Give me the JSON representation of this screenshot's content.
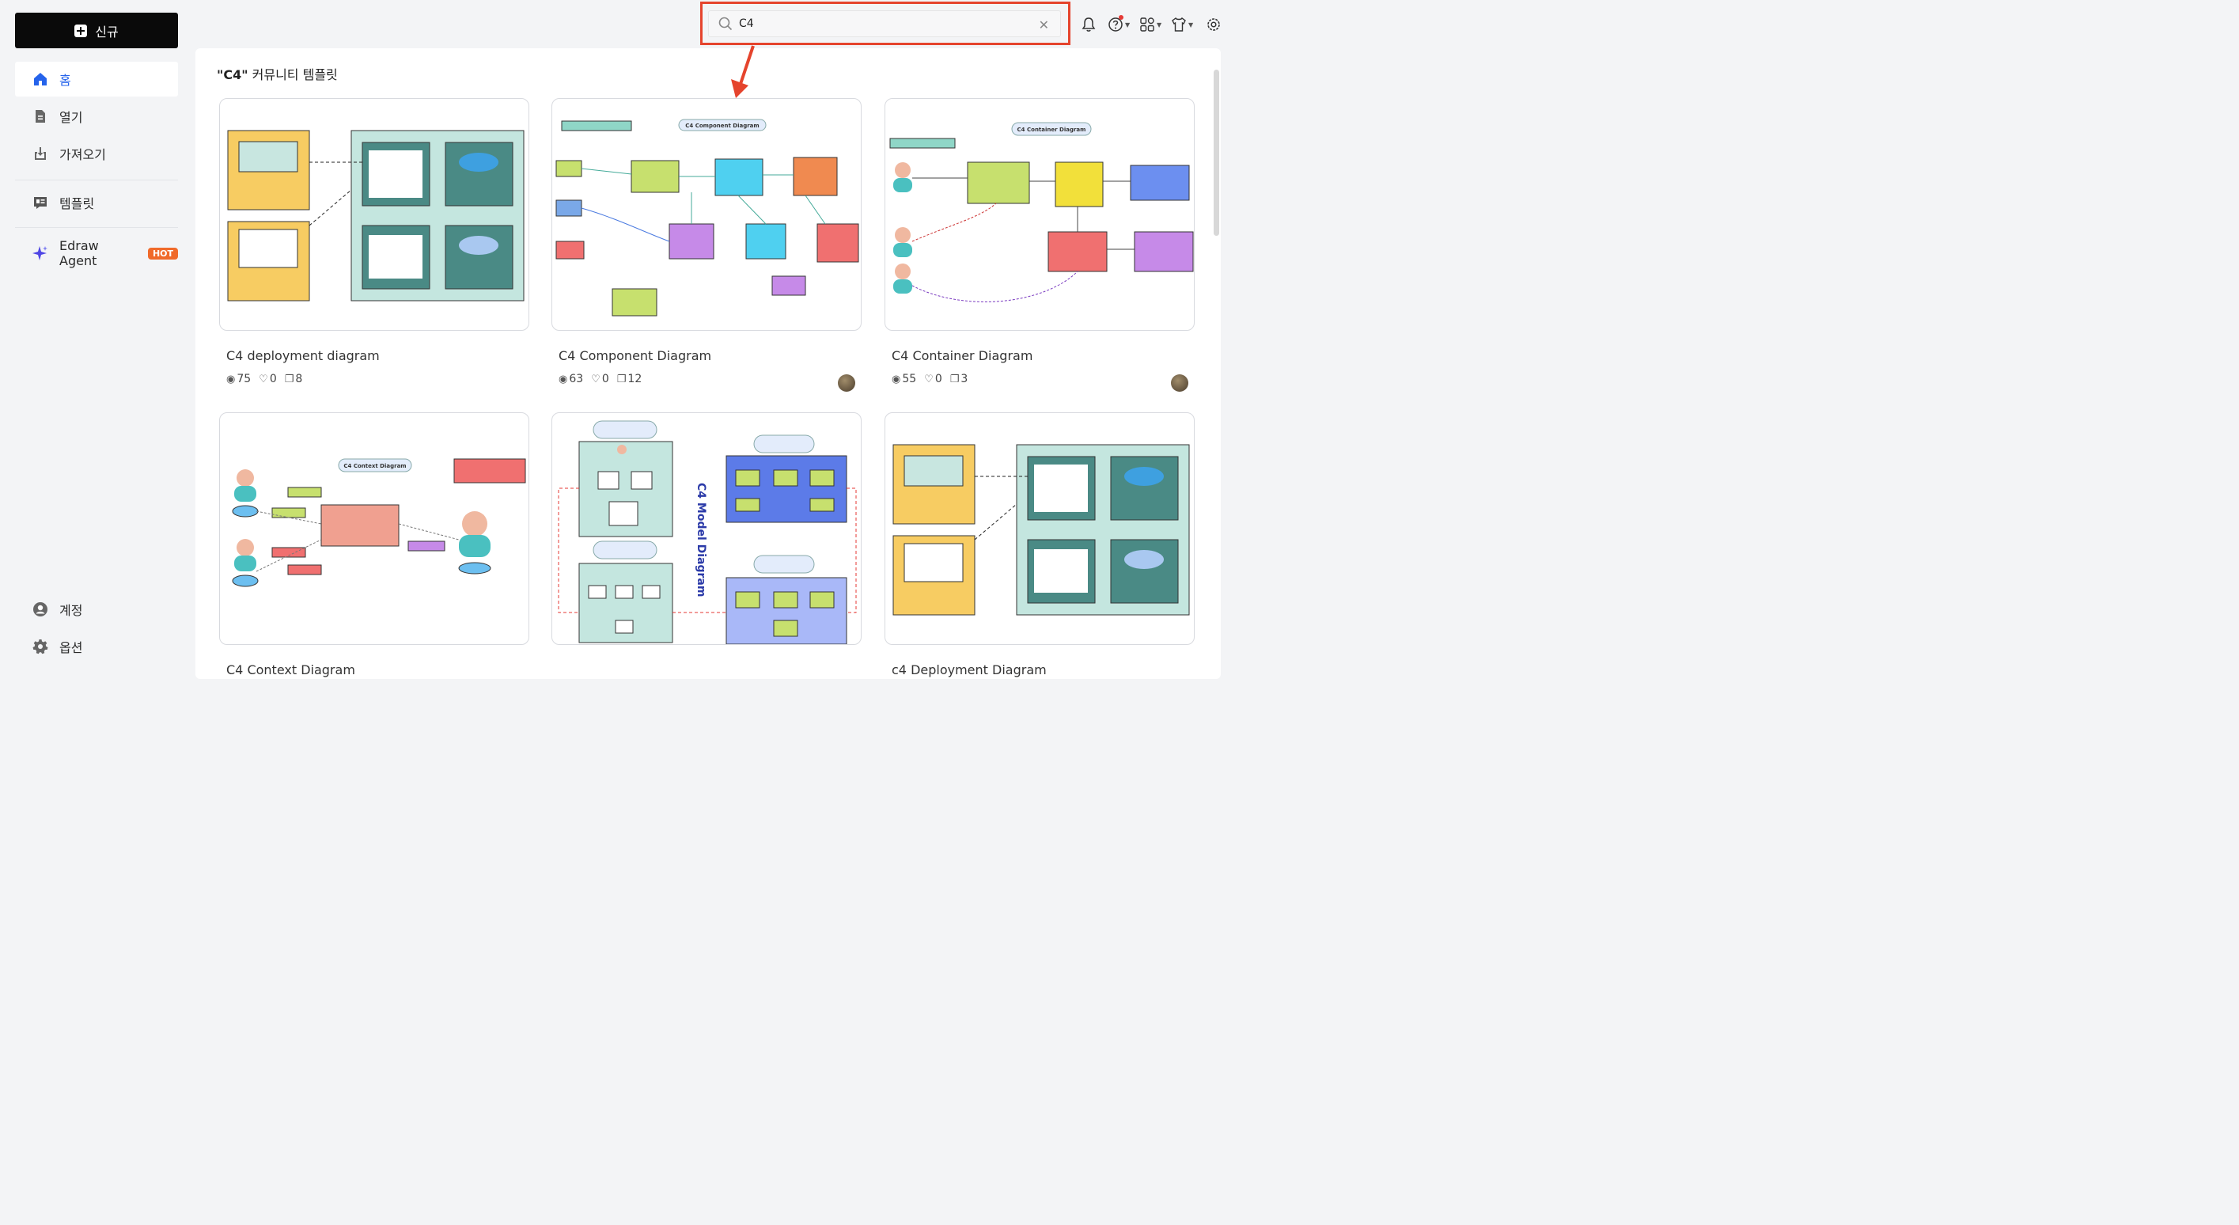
{
  "sidebar": {
    "new_label": "신규",
    "items": [
      {
        "label": "홈",
        "icon": "home-icon"
      },
      {
        "label": "열기",
        "icon": "file-icon"
      },
      {
        "label": "가져오기",
        "icon": "import-icon"
      },
      {
        "label": "템플릿",
        "icon": "template-icon"
      },
      {
        "label": "Edraw Agent",
        "icon": "sparkle-icon",
        "badge": "HOT"
      },
      {
        "label": "계정",
        "icon": "account-icon"
      },
      {
        "label": "옵션",
        "icon": "settings-gear-icon"
      }
    ]
  },
  "search": {
    "value": "C4"
  },
  "colors": {
    "accent": "#2563eb",
    "highlight": "#e5442d",
    "hot_badge": "#f06a2a"
  },
  "main": {
    "heading_query": "\"C4\"",
    "heading_rest": " 커뮤니티 템플릿",
    "cards": [
      {
        "title": "C4 deployment diagram",
        "views": "75",
        "likes": "0",
        "copies": "8",
        "has_avatar": false
      },
      {
        "title": "C4 Component Diagram",
        "views": "63",
        "likes": "0",
        "copies": "12",
        "has_avatar": true
      },
      {
        "title": "C4 Container Diagram",
        "views": "55",
        "likes": "0",
        "copies": "3",
        "has_avatar": true
      },
      {
        "title": "C4 Context Diagram"
      },
      {
        "title": ""
      },
      {
        "title": "c4 Deployment Diagram"
      }
    ],
    "thumb_texts": {
      "c4_model_vertical": "C4 Model Diagram",
      "component_title": "C4 Component Diagram",
      "container_title": "C4 Container Diagram",
      "context_title": "C4 Context Diagram"
    }
  }
}
